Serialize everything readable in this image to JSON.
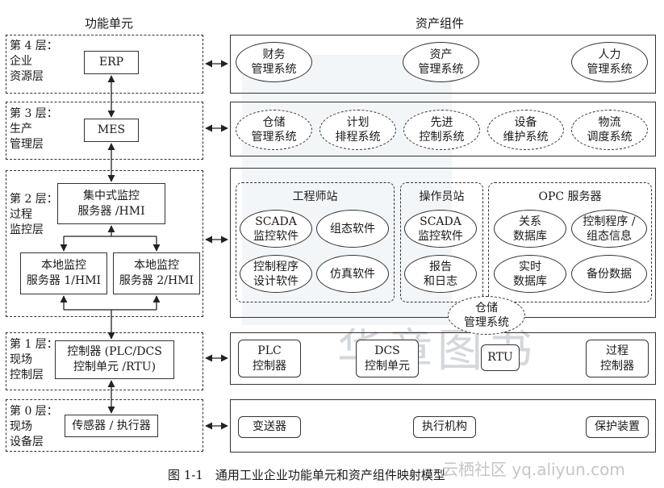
{
  "headers": {
    "left": "功能单元",
    "right": "资产组件"
  },
  "layers": [
    {
      "title": "第 4 层：",
      "sub1": "企业",
      "sub2": "资源层"
    },
    {
      "title": "第 3 层：",
      "sub1": "生产",
      "sub2": "管理层"
    },
    {
      "title": "第 2 层：",
      "sub1": "过程",
      "sub2": "监控层"
    },
    {
      "title": "第 1 层：",
      "sub1": "现场",
      "sub2": "控制层"
    },
    {
      "title": "第 0 层：",
      "sub1": "现场",
      "sub2": "设备层"
    }
  ],
  "functional": {
    "erp": "ERP",
    "mes": "MES",
    "central_a": "集中式监控",
    "central_b": "服务器 /HMI",
    "local1_a": "本地监控",
    "local1_b": "服务器 1/HMI",
    "local2_a": "本地监控",
    "local2_b": "服务器 2/HMI",
    "controller_a": "控制器 (PLC/DCS",
    "controller_b": "控制单元 /RTU)",
    "sensor": "传感器 / 执行器"
  },
  "assets": {
    "l4": [
      {
        "a": "财务",
        "b": "管理系统"
      },
      {
        "a": "资产",
        "b": "管理系统"
      },
      {
        "a": "人力",
        "b": "管理系统"
      }
    ],
    "l3": [
      {
        "a": "仓储",
        "b": "管理系统"
      },
      {
        "a": "计划",
        "b": "排程系统"
      },
      {
        "a": "先进",
        "b": "控制系统"
      },
      {
        "a": "设备",
        "b": "维护系统"
      },
      {
        "a": "物流",
        "b": "调度系统"
      }
    ],
    "l2": {
      "engineer": {
        "title": "工程师站",
        "items": [
          {
            "a": "SCADA",
            "b": "监控软件"
          },
          {
            "a": "组态软件",
            "b": ""
          },
          {
            "a": "控制程序",
            "b": "设计软件"
          },
          {
            "a": "仿真软件",
            "b": ""
          }
        ]
      },
      "operator": {
        "title": "操作员站",
        "items": [
          {
            "a": "SCADA",
            "b": "监控软件"
          },
          {
            "a": "报告",
            "b": "和日志"
          }
        ]
      },
      "opc": {
        "title": "OPC 服务器",
        "items": [
          {
            "a": "关系",
            "b": "数据库"
          },
          {
            "a": "控制程序 /",
            "b": "组态信息"
          },
          {
            "a": "实时",
            "b": "数据库"
          },
          {
            "a": "备份数据",
            "b": ""
          }
        ]
      },
      "warehouse": {
        "a": "仓储",
        "b": "管理系统"
      }
    },
    "l1": [
      {
        "a": "PLC",
        "b": "控制器"
      },
      {
        "a": "DCS",
        "b": "控制单元"
      },
      {
        "a": "RTU",
        "b": ""
      },
      {
        "a": "过程",
        "b": "控制器"
      }
    ],
    "l0": [
      "变送器",
      "执行机构",
      "保护装置"
    ]
  },
  "caption": "图 1-1　通用工业企业功能单元和资产组件映射模型",
  "watermark": {
    "cn": "华章图书",
    "url": "云栖社区 yq.aliyun.com"
  }
}
